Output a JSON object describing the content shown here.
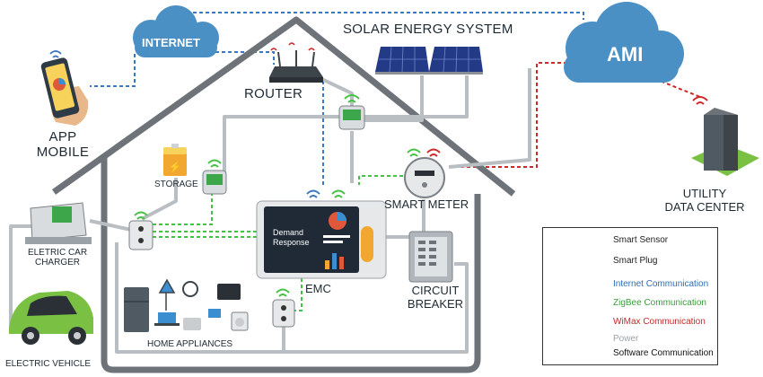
{
  "labels": {
    "internet": "INTERNET",
    "ami": "AMI",
    "solar": "SOLAR ENERGY SYSTEM",
    "router": "ROUTER",
    "app_line1": "APP",
    "app_line2": "MOBILE",
    "storage": "STORAGE",
    "smart_meter": "SMART  METER",
    "utility_line1": "UTILITY",
    "utility_line2": "DATA CENTER",
    "charger_line1": "ELETRIC CAR",
    "charger_line2": "CHARGER",
    "electric_vehicle": "ELECTRIC VEHICLE",
    "home_appliances": "HOME APPLIANCES",
    "emc": "EMC",
    "breaker_line1": "CIRCUIT",
    "breaker_line2": "BREAKER",
    "demand_line1": "Demand",
    "demand_line2": "Response"
  },
  "legend": {
    "items": [
      {
        "text": "Smart Sensor",
        "color": "#222222"
      },
      {
        "text": "Smart Plug",
        "color": "#222222"
      },
      {
        "text": "Internet Communication",
        "color": "#2f6db5"
      },
      {
        "text": "ZigBee Communication",
        "color": "#3a9f3a"
      },
      {
        "text": "WiMax Communication",
        "color": "#c22b2b"
      },
      {
        "text": "Power",
        "color": "#9aa2a8"
      },
      {
        "text": "Software Communication",
        "color": "#111111"
      }
    ]
  },
  "colors": {
    "internet": "#3a78c2",
    "zigbee": "#44c244",
    "wimax": "#cc2a2a",
    "power": "#b9bec2",
    "house": "#6d7378",
    "cloud": "#4a90c4"
  }
}
